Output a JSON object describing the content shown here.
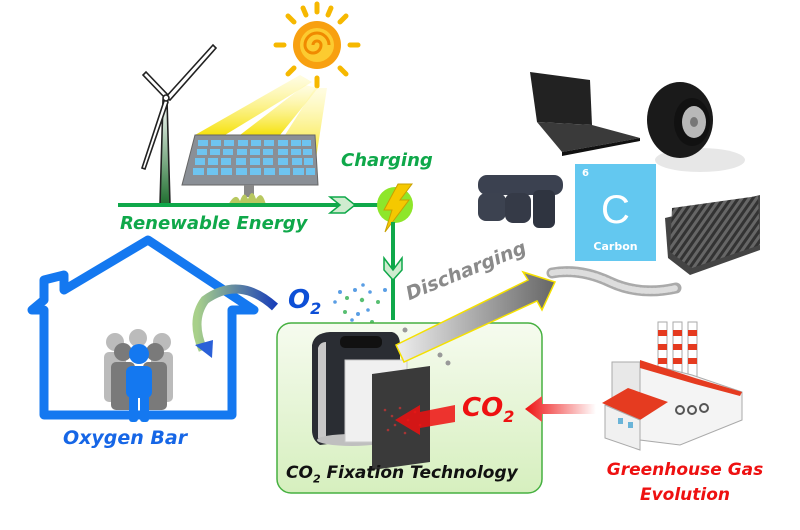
{
  "labels": {
    "renewable_energy": "Renewable Energy",
    "charging": "Charging",
    "discharging": "Discharging",
    "o2": "O",
    "o2_sub": "2",
    "co2": "CO",
    "co2_sub": "2",
    "oxygen_bar": "Oxygen Bar",
    "fixation_prefix": "CO",
    "fixation_sub": "2",
    "fixation_suffix": " Fixation Technology",
    "greenhouse_line1": "Greenhouse Gas",
    "greenhouse_line2": "Evolution"
  },
  "carbon_tile": {
    "number": "6",
    "symbol": "C",
    "name": "Carbon"
  },
  "colors": {
    "green": "#0fa84a",
    "blue": "#0d6ae8",
    "red": "#ee1111",
    "tile": "#63c8f0",
    "lime": "#8ee62a",
    "box_bg": "#e6f5d6"
  }
}
